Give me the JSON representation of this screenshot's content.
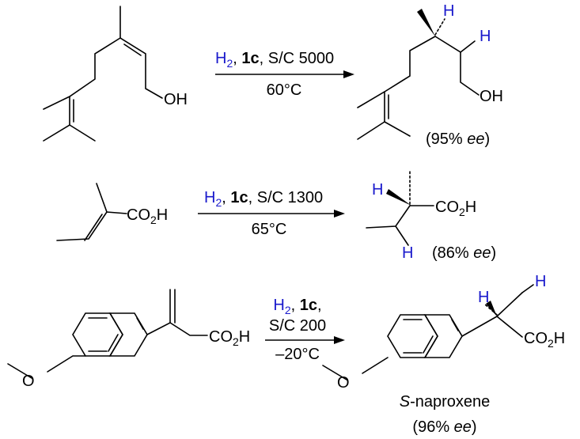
{
  "reactions": [
    {
      "conditions": {
        "reagent": "H",
        "reagent_sub": "2",
        "catalyst": "1c",
        "ratio": "S/C 5000",
        "temperature": "60°C"
      },
      "substrate_labels": {
        "oh": "OH"
      },
      "product_labels": {
        "h1": "H",
        "h2": "H",
        "oh": "OH"
      },
      "ee": {
        "open": "(95% ",
        "ee": "ee",
        "close": ")"
      }
    },
    {
      "conditions": {
        "reagent": "H",
        "reagent_sub": "2",
        "catalyst": "1c",
        "ratio": "S/C 1300",
        "temperature": "65°C"
      },
      "substrate_labels": {
        "acid": "CO",
        "acid_sub": "2",
        "acid_end": "H"
      },
      "product_labels": {
        "h1": "H",
        "h2": "H",
        "acid": "CO",
        "acid_sub": "2",
        "acid_end": "H"
      },
      "ee": {
        "open": "(86% ",
        "ee": "ee",
        "close": ")"
      }
    },
    {
      "conditions": {
        "reagent": "H",
        "reagent_sub": "2",
        "catalyst": "1c",
        "ratio": "S/C 200",
        "temperature": "–20°C"
      },
      "substrate_labels": {
        "o": "O",
        "acid": "CO",
        "acid_sub": "2",
        "acid_end": "H"
      },
      "product_labels": {
        "h1": "H",
        "h2": "H",
        "o": "O",
        "acid": "CO",
        "acid_sub": "2",
        "acid_end": "H"
      },
      "product_name": {
        "s": "S",
        "rest": "-naproxene"
      },
      "ee": {
        "open": "(96% ",
        "ee": "ee",
        "close": ")"
      }
    }
  ]
}
